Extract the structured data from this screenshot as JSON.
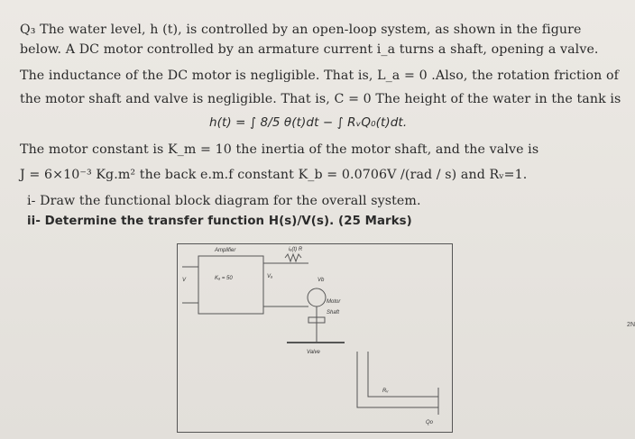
{
  "question": {
    "line1": "Q₃ The water level, h (t), is controlled by an open-loop system, as shown in the figure",
    "line2": "below. A DC motor controlled by an armature current i_a turns a shaft, opening a valve.",
    "line3": "The inductance of the DC motor is negligible. That is, L_a = 0 .Also, the rotation friction of",
    "line4": "the motor shaft and valve is negligible. That is, C = 0  The height of the water in the tank is",
    "equation": "h(t) = ∫ 8/5 θ(t)dt − ∫ RᵥQ₀(t)dt.",
    "line5": "The motor constant is  K_m = 10 the inertia of the motor shaft, and the valve is",
    "line6": "J = 6×10⁻³ Kg.m²  the back e.m.f constant  K_b = 0.0706V /(rad / s) and Rᵥ=1.",
    "part_i": "i-  Draw the functional block diagram for the overall system.",
    "part_ii": "ii- Determine the transfer function H(s)/V(s). (25 Marks)"
  },
  "diagram": {
    "amplifier_label": "Amplifier",
    "gain_label": "Kₐ = 50",
    "input_label": "V",
    "output_label": "Vₐ",
    "current_label": "iₐ(t) R",
    "vb_label": "Vb",
    "motor_label": "Motor",
    "shaft_label": "Shaft",
    "valve_label": "Valve",
    "rv_label": "Rᵥ",
    "qo_label": "Qo"
  },
  "edge_note": "2N"
}
